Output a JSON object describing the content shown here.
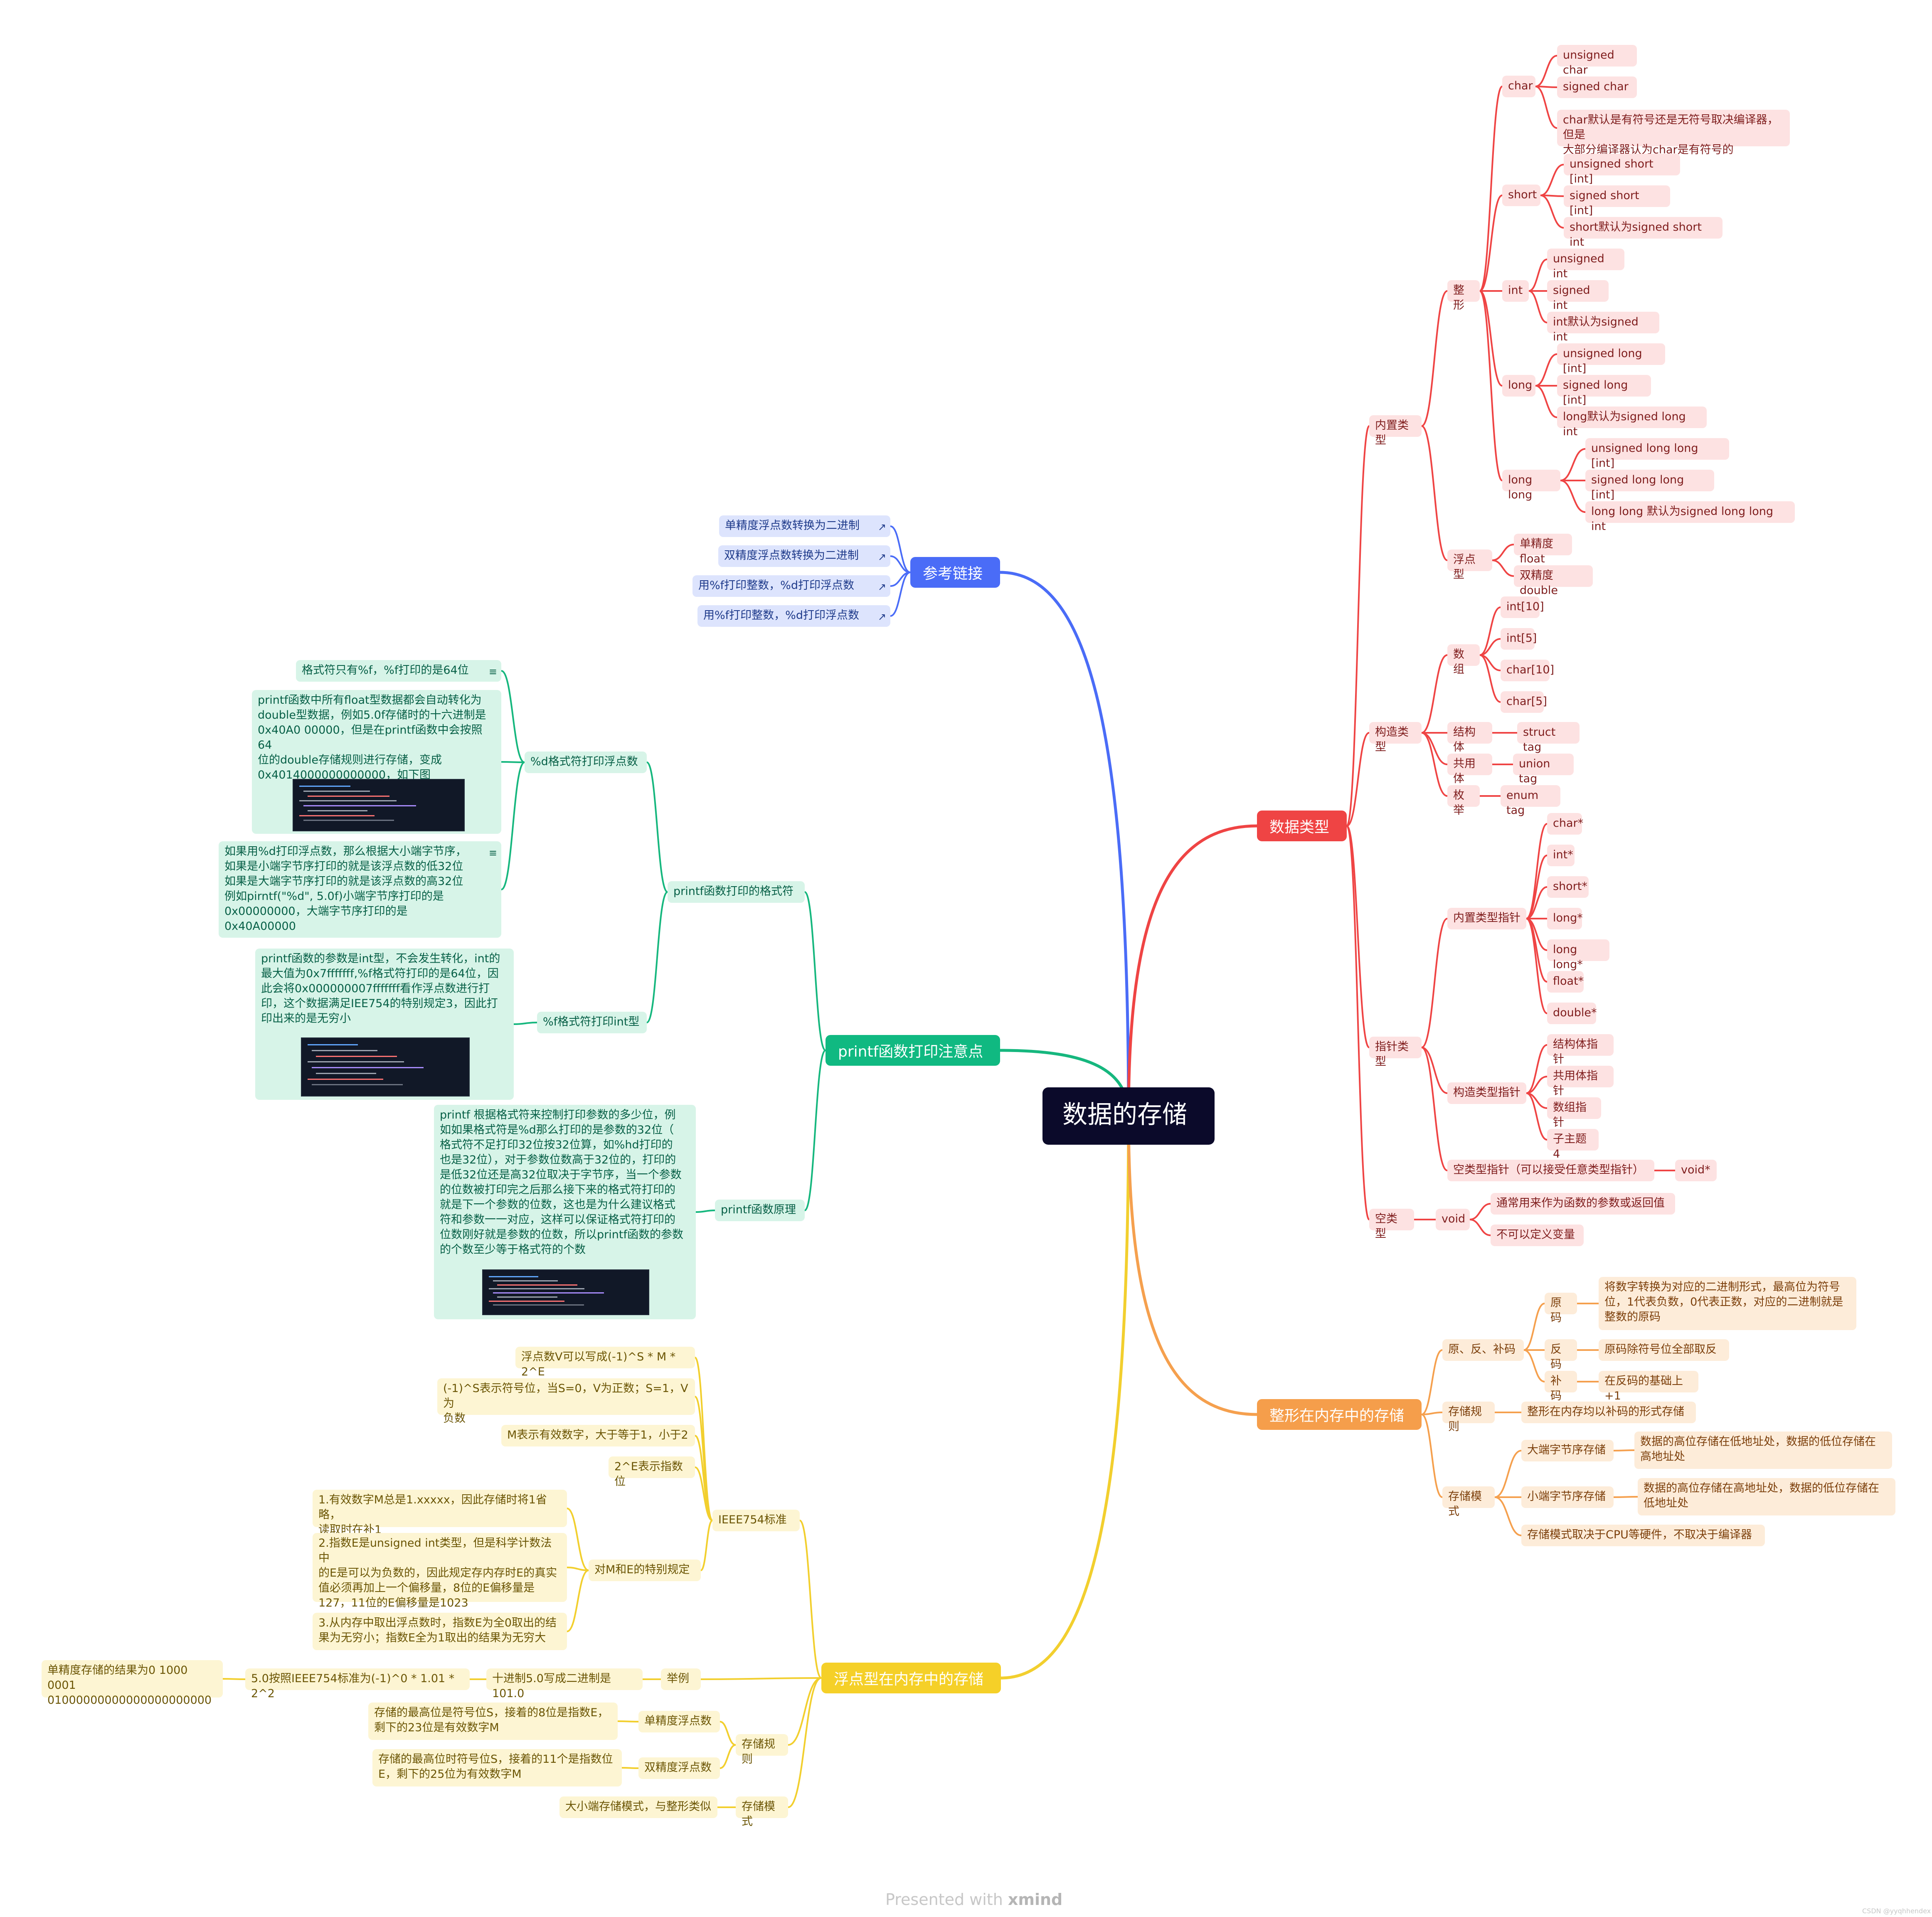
{
  "theme": {
    "root_bg": "#0b0a2a",
    "datatypes": {
      "main": "#ef4444",
      "line": "#ef4444",
      "bg": "#fde2e2",
      "text": "#7f1d1d"
    },
    "intmem": {
      "main": "#f59e4b",
      "line": "#f5a04e",
      "bg": "#fdecd9",
      "text": "#7c3f0b"
    },
    "float": {
      "main": "#f5d028",
      "line": "#f2cf2e",
      "bg": "#fdf5d3",
      "text": "#6b5504"
    },
    "printf": {
      "main": "#10b981",
      "line": "#16b77e",
      "bg": "#d7f4e8",
      "text": "#065f46"
    },
    "refs": {
      "main": "#4a6cf7",
      "line": "#4a6cf7",
      "bg": "#dde4fd",
      "text": "#1e3a8a"
    }
  },
  "diagram": {
    "root": "数据的存储",
    "branches": {
      "datatypes": "数据类型",
      "intmem": "整形在内存中的存储",
      "float": "浮点型在内存中的存储",
      "printf": "printf函数打印注意点",
      "refs": "参考链接"
    },
    "datatypes": {
      "builtin": "内置类型",
      "integer": "整形",
      "char": "char",
      "char_items": [
        "unsigned char",
        "signed char",
        "char默认是有符号还是无符号取决编译器，但是\n大部分编译器认为char是有符号的"
      ],
      "short": "short",
      "short_items": [
        "unsigned short [int]",
        "signed short [int]",
        "short默认为signed short int"
      ],
      "int": "int",
      "int_items": [
        "unsigned int",
        "signed int",
        "int默认为signed int"
      ],
      "long": "long",
      "long_items": [
        "unsigned long [int]",
        "signed long [int]",
        "long默认为signed long int"
      ],
      "longlong": "long long",
      "longlong_items": [
        "unsigned long long [int]",
        "signed long long [int]",
        "long long 默认为signed long long int"
      ],
      "floating": "浮点型",
      "floating_items": [
        "单精度float",
        "双精度double"
      ],
      "constructed": "构造类型",
      "array": "数组",
      "array_items": [
        "int[10]",
        "int[5]",
        "char[10]",
        "char[5]"
      ],
      "struct": "结构体",
      "struct_tag": "struct tag",
      "union": "共用体",
      "union_tag": "union tag",
      "enum": "枚举",
      "enum_tag": "enum tag",
      "pointer": "指针类型",
      "builtin_ptr": "内置类型指针",
      "builtin_ptr_items": [
        "char*",
        "int*",
        "short*",
        "long*",
        "long long*",
        "float*",
        "double*"
      ],
      "constructed_ptr": "构造类型指针",
      "constructed_ptr_items": [
        "结构体指针",
        "共用体指针",
        "数组指针",
        "子主题 4"
      ],
      "void_ptr": "空类型指针（可以接受任意类型指针）",
      "void_ptr_item": "void*",
      "empty": "空类型",
      "void": "void",
      "void_items": [
        "通常用来作为函数的参数或返回值",
        "不可以定义变量"
      ]
    },
    "intmem": {
      "codes": "原、反、补码",
      "orig": "原码",
      "orig_desc": "将数字转换为对应的二进制形式，最高位为符号\n位，1代表负数，0代表正数，对应的二进制就是\n整数的原码",
      "inv": "反码",
      "inv_desc": "原码除符号位全部取反",
      "comp": "补码",
      "comp_desc": "在反码的基础上+1",
      "rule": "存储规则",
      "rule_desc": "整形在内存均以补码的形式存储",
      "mode": "存储模式",
      "big": "大端字节序存储",
      "big_desc": "数据的高位存储在低地址处，数据的低位存储在\n高地址处",
      "little": "小端字节序存储",
      "little_desc": "数据的高位存储在高地址处，数据的低位存储在\n低地址处",
      "mode_note": "存储模式取决于CPU等硬件，不取决于编译器"
    },
    "float": {
      "ieee": "IEEE754标准",
      "ieee_items": [
        "浮点数V可以写成(-1)^S * M * 2^E",
        "(-1)^S表示符号位，当S=0，V为正数；S=1，V为\n负数",
        "M表示有效数字，大于等于1，小于2",
        "2^E表示指数位"
      ],
      "special": "对M和E的特别规定",
      "special_items": [
        "1.有效数字M总是1.xxxxx，因此存储时将1省略，\n读取时在补1",
        "2.指数E是unsigned int类型，但是科学计数法中\n的E是可以为负数的，因此规定存内存时E的真实\n值必须再加上一个偏移量，8位的E偏移量是\n127，11位的E偏移量是1023",
        "3.从内存中取出浮点数时，指数E为全0取出的结\n果为无穷小；指数E全为1取出的结果为无穷大"
      ],
      "example": "举例",
      "ex1": "十进制5.0写成二进制是101.0",
      "ex2": "5.0按照IEEE754标准为(-1)^0 * 1.01 * 2^2",
      "ex3": "单精度存储的结果为0 1000 0001\n01000000000000000000000",
      "storage": "存储规则",
      "single": "单精度浮点数",
      "single_desc": "存储的最高位是符号位S，接着的8位是指数E，\n剩下的23位是有效数字M",
      "double": "双精度浮点数",
      "double_desc": "存储的最高位时符号位S，接着的11个是指数位\nE，剩下的25位为有效数字M",
      "mode": "存储模式",
      "mode_desc": "大小端存储模式，与整形类似"
    },
    "printf": {
      "fmt": "printf函数打印的格式符",
      "d_float": "%d格式符打印浮点数",
      "d_items": [
        "格式符只有%f，%f打印的是64位",
        "printf函数中所有float型数据都会自动转化为\ndouble型数据，例如5.0f存储时的十六进制是\n0x40A0 00000，但是在printf函数中会按照64\n位的double存储规则进行存储，变成\n0x4014000000000000，如下图",
        "如果用%d打印浮点数，那么根据大小端字节序，\n如果是小端字节序打印的就是该浮点数的低32位\n如果是大端字节序打印的就是该浮点数的高32位\n例如pirntf(\"%d\", 5.0f)小端字节序打印的是\n0x00000000，大端字节序打印的是\n0x40A00000"
      ],
      "f_int": "%f格式符打印int型",
      "f_desc": "printf函数的参数是int型，不会发生转化，int的\n最大值为0x7fffffff,%f格式符打印的是64位，因\n此会将0x000000007fffffff看作浮点数进行打\n印，这个数据满足IEE754的特别规定3，因此打\n印出来的是无穷小",
      "principle": "printf函数原理",
      "principle_desc": "printf 根据格式符来控制打印参数的多少位，例\n如如果格式符是%d那么打印的是参数的32位（\n格式符不足打印32位按32位算，如%hd打印的\n也是32位），对于参数位数高于32位的，打印的\n是低32位还是高32位取决于字节序，当一个参数\n的位数被打印完之后那么接下来的格式符打印的\n就是下一个参数的位数，这也是为什么建议格式\n符和参数一一对应，这样可以保证格式符打印的\n位数刚好就是参数的位数，所以printf函数的参数\n的个数至少等于格式符的个数"
    },
    "refs": {
      "items": [
        "单精度浮点数转换为二进制",
        "双精度浮点数转换为二进制",
        "用%f打印整数，%d打印浮点数",
        "用%f打印整数，%d打印浮点数"
      ]
    },
    "icons": {
      "link": "external-link-icon",
      "note": "note-lines-icon",
      "screenshot": "screenshot-image"
    },
    "watermark_pre": "Presented with ",
    "watermark_brand": "xmind",
    "credit": "CSDN @yyqhhendex"
  }
}
